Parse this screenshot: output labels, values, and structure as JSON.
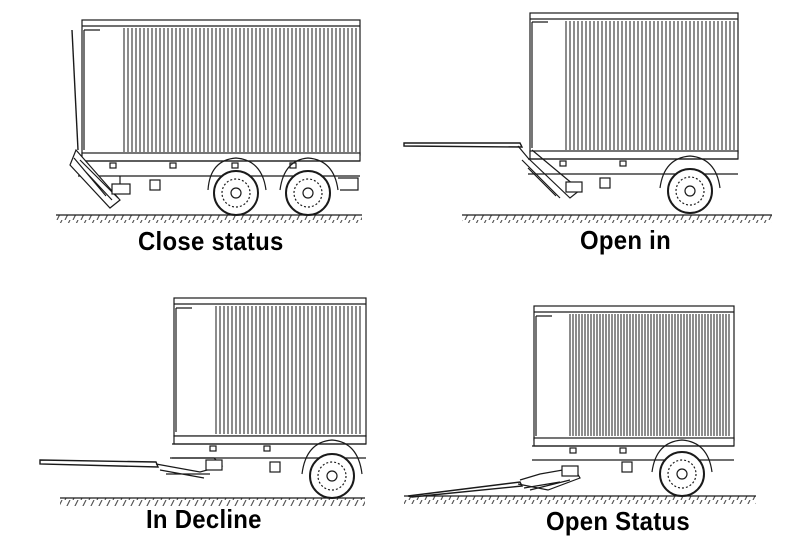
{
  "panels": [
    {
      "id": "close",
      "label": "Close status",
      "state": "closed"
    },
    {
      "id": "open-in",
      "label": "Open in",
      "state": "platform-level-raised"
    },
    {
      "id": "decline",
      "label": "In Decline",
      "state": "platform-lowering"
    },
    {
      "id": "open",
      "label": "Open Status",
      "state": "platform-on-ground"
    }
  ],
  "colors": {
    "line": "#1a1a1a",
    "background": "#ffffff",
    "text": "#000000"
  }
}
